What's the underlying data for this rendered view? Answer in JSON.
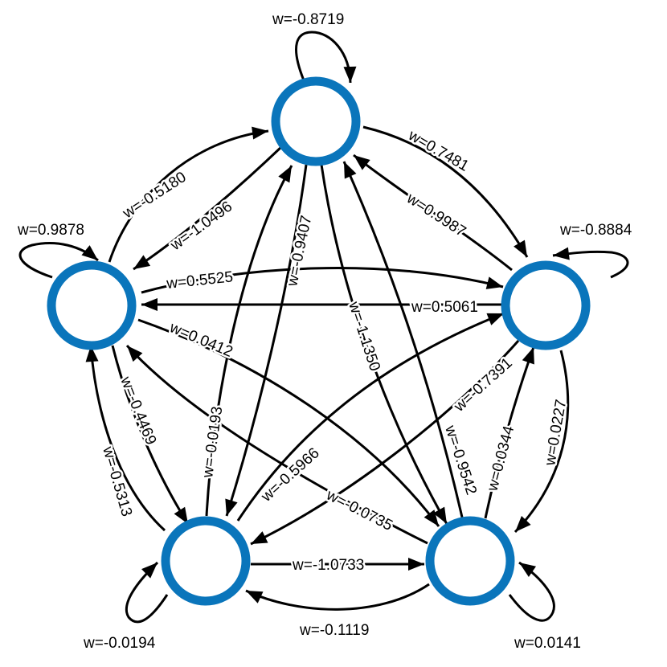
{
  "colors": {
    "node_stroke": "#0a75bb",
    "node_fill": "#ffffff",
    "edge": "#000000",
    "background": "#ffffff"
  },
  "graph": {
    "nodes": [
      {
        "id": "top"
      },
      {
        "id": "left"
      },
      {
        "id": "right"
      },
      {
        "id": "bottom-left"
      },
      {
        "id": "bottom-right"
      }
    ],
    "edges": [
      {
        "id": "top-self",
        "from": "top",
        "to": "top",
        "label": "w=-0.8719"
      },
      {
        "id": "left-self",
        "from": "left",
        "to": "left",
        "label": "w=0.9878"
      },
      {
        "id": "right-self",
        "from": "right",
        "to": "right",
        "label": "w=-0.8884"
      },
      {
        "id": "bottom-left-self",
        "from": "bottom-left",
        "to": "bottom-left",
        "label": "w=-0.0194"
      },
      {
        "id": "bottom-right-self",
        "from": "bottom-right",
        "to": "bottom-right",
        "label": "w=0.0141"
      },
      {
        "id": "left-to-top",
        "from": "left",
        "to": "top",
        "label": "w=-0.5180"
      },
      {
        "id": "top-to-left",
        "from": "top",
        "to": "left",
        "label": "w=-1.0496"
      },
      {
        "id": "top-to-right",
        "from": "top",
        "to": "right",
        "label": "w=0.7481"
      },
      {
        "id": "right-to-top",
        "from": "right",
        "to": "top",
        "label": "w=0.9987"
      },
      {
        "id": "left-to-right",
        "from": "left",
        "to": "right",
        "label": "w=0.5525"
      },
      {
        "id": "right-to-left",
        "from": "right",
        "to": "left",
        "label": "w=0.5061"
      },
      {
        "id": "top-to-bottom-left",
        "from": "top",
        "to": "bottom-left",
        "label": "w=-0.9407"
      },
      {
        "id": "bottom-left-to-top",
        "from": "bottom-left",
        "to": "top",
        "label": "w=-0.0193"
      },
      {
        "id": "top-to-bottom-right",
        "from": "top",
        "to": "bottom-right",
        "label": "w=-1.1350"
      },
      {
        "id": "bottom-right-to-top",
        "from": "bottom-right",
        "to": "top",
        "label": "w=-0.9542"
      },
      {
        "id": "left-to-bottom-right",
        "from": "left",
        "to": "bottom-right",
        "label": "w=0.0412"
      },
      {
        "id": "bottom-right-to-left",
        "from": "bottom-right",
        "to": "left",
        "label": "w=-0.0735"
      },
      {
        "id": "left-to-bottom-left",
        "from": "left",
        "to": "bottom-left",
        "label": "w=-0.4469"
      },
      {
        "id": "bottom-left-to-left",
        "from": "bottom-left",
        "to": "left",
        "label": "w=-0.5313"
      },
      {
        "id": "bottom-left-to-right",
        "from": "bottom-left",
        "to": "right",
        "label": "w=-0.5966"
      },
      {
        "id": "right-to-bottom-left",
        "from": "right",
        "to": "bottom-left",
        "label": "w=-0.7391"
      },
      {
        "id": "bottom-right-to-right",
        "from": "bottom-right",
        "to": "right",
        "label": "w=0.0344"
      },
      {
        "id": "right-to-bottom-right",
        "from": "right",
        "to": "bottom-right",
        "label": "w=0.0227"
      },
      {
        "id": "bottom-left-to-bottom-right",
        "from": "bottom-left",
        "to": "bottom-right",
        "label": "w=-1.0733"
      },
      {
        "id": "bottom-right-to-bottom-left",
        "from": "bottom-right",
        "to": "bottom-left",
        "label": "w=-0.1119"
      }
    ]
  }
}
